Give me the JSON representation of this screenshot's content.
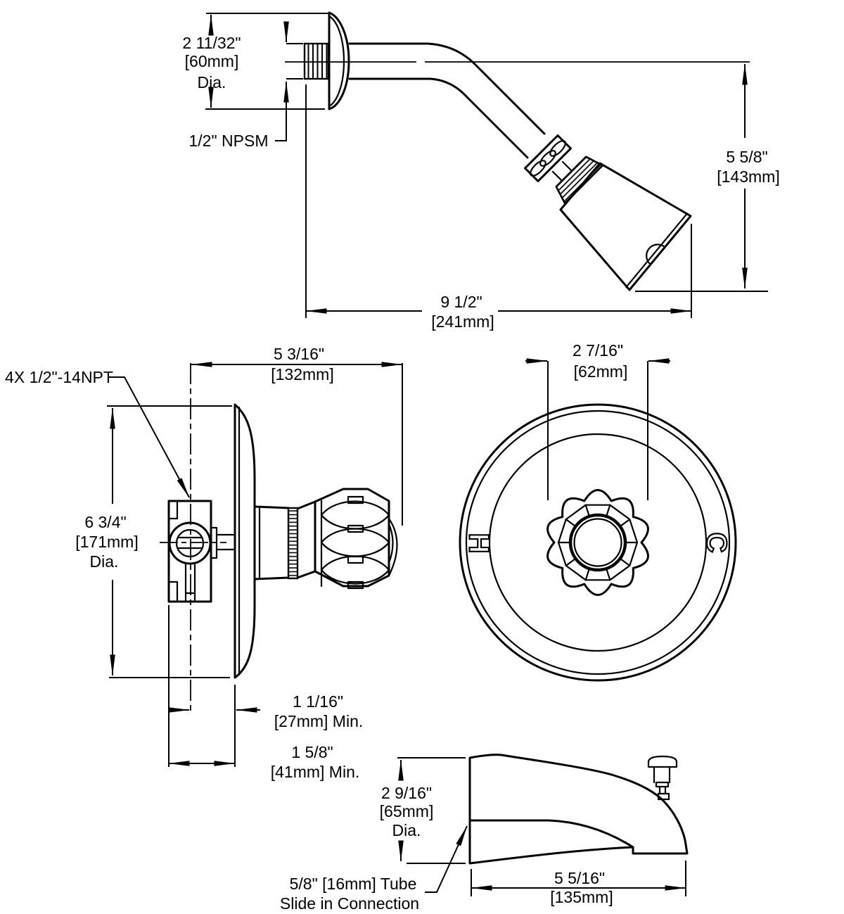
{
  "drawing_title": "Shower and tub fitting dimensional drawing",
  "top_view": {
    "flange_dia": [
      "2 11/32\"",
      "[60mm]",
      "Dia."
    ],
    "thread_label": "1/2\" NPSM",
    "head_height": [
      "5 5/8\"",
      "[143mm]"
    ],
    "arm_length": [
      "9 1/2\"",
      "[241mm]"
    ]
  },
  "valve_side_view": {
    "port_thread_label": "4X 1/2\"-14NPT",
    "projection": [
      "5 3/16\"",
      "[132mm]"
    ],
    "plate_dia": [
      "6 3/4\"",
      "[171mm]",
      "Dia."
    ],
    "depth_min_center": [
      "1 1/16\"",
      "[27mm] Min."
    ],
    "depth_min_back": [
      "1 5/8\"",
      "[41mm] Min."
    ]
  },
  "valve_front_view": {
    "knob_span": [
      "2 7/16\"",
      "[62mm]"
    ],
    "hot_label": "H",
    "cold_label": "C"
  },
  "spout_view": {
    "spout_dia": [
      "2 9/16\"",
      "[65mm]",
      "Dia."
    ],
    "spout_length": [
      "5 5/16\"",
      "[135mm]"
    ],
    "connection_note": [
      "5/8\" [16mm] Tube",
      "Slide in Connection"
    ]
  },
  "colors": {
    "line": "#000000",
    "background": "#ffffff"
  }
}
